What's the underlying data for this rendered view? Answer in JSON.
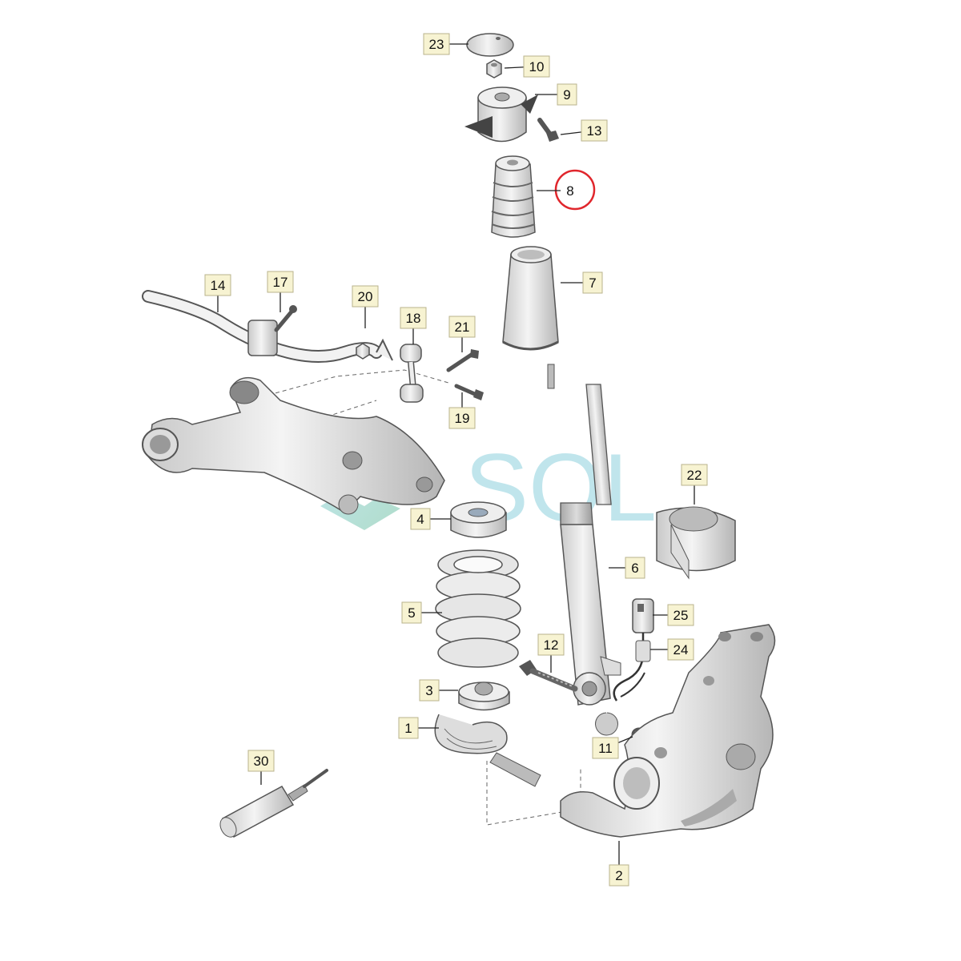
{
  "watermark": {
    "text": "SOL"
  },
  "highlight": {
    "part": "8",
    "color": "#e0262c"
  },
  "colors": {
    "part_fill": "#f2f2f2",
    "part_stroke": "#444444",
    "label_box_fill": "#f7f3d2",
    "label_box_stroke": "#b9b38c",
    "leader": "#222222"
  },
  "callouts": [
    {
      "id": "23"
    },
    {
      "id": "10"
    },
    {
      "id": "9"
    },
    {
      "id": "13"
    },
    {
      "id": "8"
    },
    {
      "id": "7"
    },
    {
      "id": "14"
    },
    {
      "id": "17"
    },
    {
      "id": "20"
    },
    {
      "id": "18"
    },
    {
      "id": "21"
    },
    {
      "id": "19"
    },
    {
      "id": "22"
    },
    {
      "id": "4"
    },
    {
      "id": "6"
    },
    {
      "id": "5"
    },
    {
      "id": "25"
    },
    {
      "id": "24"
    },
    {
      "id": "12"
    },
    {
      "id": "3"
    },
    {
      "id": "1"
    },
    {
      "id": "11"
    },
    {
      "id": "30"
    },
    {
      "id": "2"
    }
  ]
}
